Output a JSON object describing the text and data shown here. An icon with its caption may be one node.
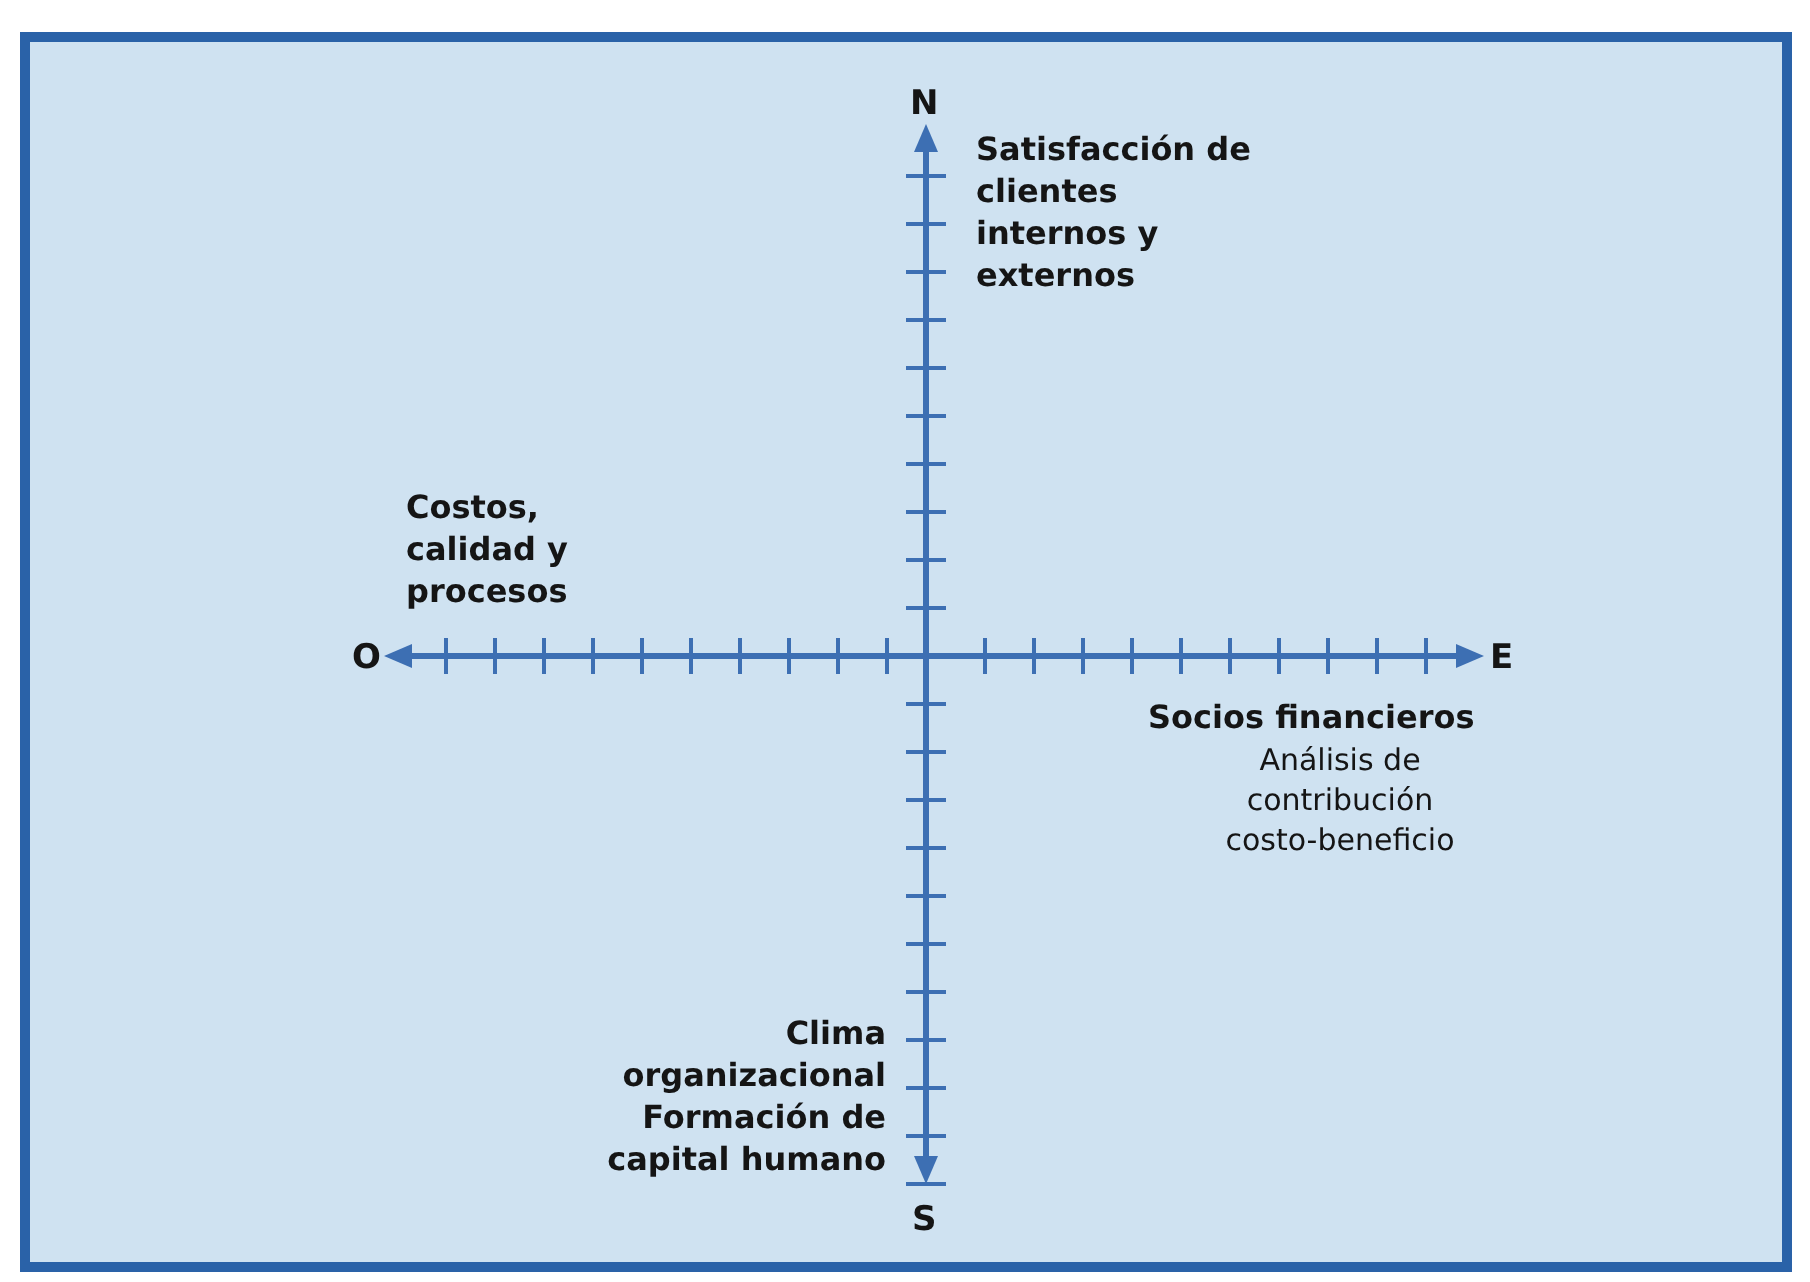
{
  "diagram": {
    "labels": [
      "N",
      "Satisfacción de clientes internos y externos",
      "Costos, calidad y procesos",
      "O",
      "E",
      "Socios financieros",
      "Análisis de contribución costo-beneficio",
      "Clima organizacional",
      "Formación de capital humano",
      "S"
    ]
  }
}
